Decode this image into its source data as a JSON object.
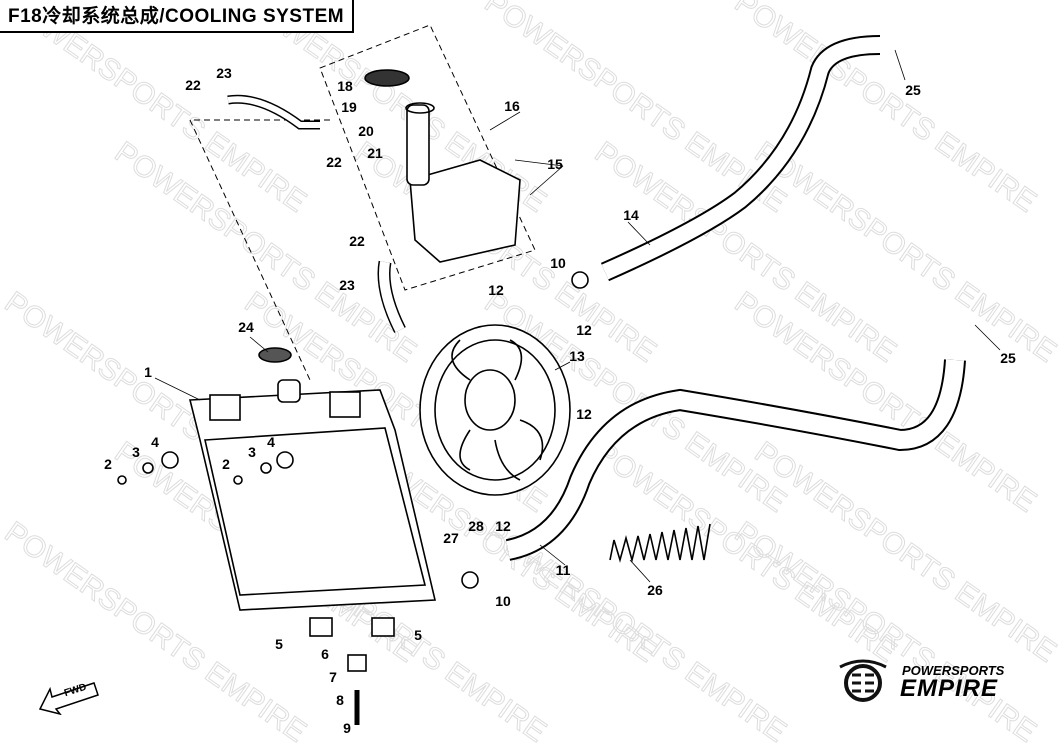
{
  "title": "F18冷却系统总成/COOLING SYSTEM",
  "watermark": "POWERSPORTS EMPIRE",
  "logo": {
    "line1": "POWERSPORTS",
    "line2": "EMPIRE"
  },
  "fwd_label": "FWD",
  "callouts": [
    "1",
    "2",
    "3",
    "4",
    "5",
    "6",
    "7",
    "8",
    "9",
    "10",
    "11",
    "12",
    "13",
    "14",
    "15",
    "16",
    "18",
    "19",
    "20",
    "21",
    "22",
    "23",
    "24",
    "25",
    "26",
    "27",
    "28"
  ]
}
